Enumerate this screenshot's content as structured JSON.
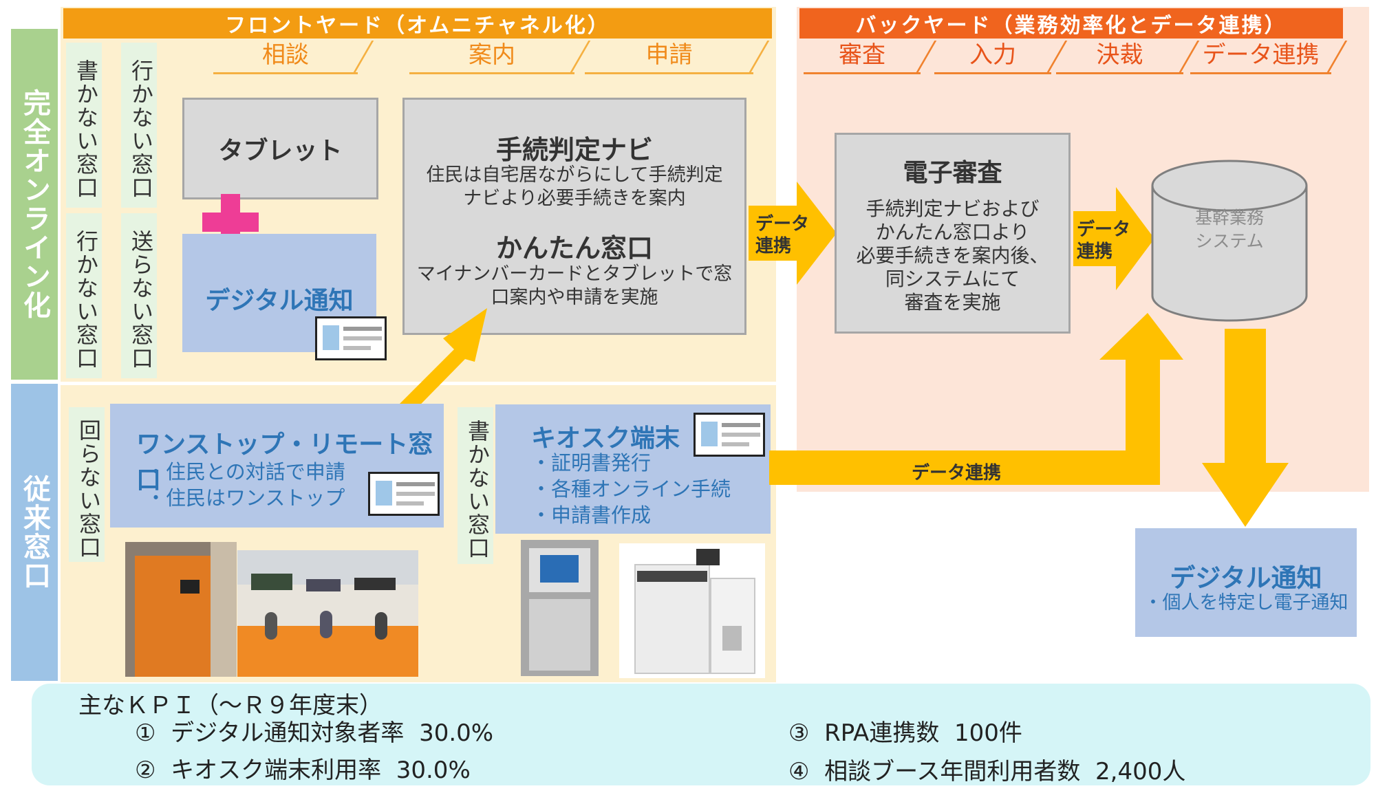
{
  "front_header": "フロントヤード（オムニチャネル化）",
  "back_header": "バックヤード（業務効率化とデータ連携）",
  "front_tabs": [
    "相談",
    "案内",
    "申請"
  ],
  "back_tabs": [
    "審査",
    "入力",
    "決裁",
    "データ連携"
  ],
  "left_labels": {
    "online": "完全オンライン化",
    "traditional": "従来窓口"
  },
  "channel_labels": {
    "no_writing_1": "書かない窓口",
    "no_visit_1": "行かない窓口",
    "no_visit_2": "行かない窓口",
    "no_sending": "送らない窓口",
    "no_walking": "回らない窓口",
    "no_writing_2": "書かない窓口"
  },
  "tablet": {
    "label": "タブレット"
  },
  "digital_notice_front": {
    "label": "デジタル通知"
  },
  "navi_box": {
    "title1": "手続判定ナビ",
    "desc1_line1": "住民は自宅居ながらにして手続判定",
    "desc1_line2": "ナビより必要手続きを案内",
    "title2": "かんたん窓口",
    "desc2_line1": "マイナンバーカードとタブレットで窓",
    "desc2_line2": "口案内や申請を実施"
  },
  "data_link_label_1": {
    "line1": "データ",
    "line2": "連携"
  },
  "data_link_label_2": {
    "line1": "データ",
    "line2": "連携"
  },
  "data_link_label_3": "データ連携",
  "e_review": {
    "title": "電子審査",
    "lines": [
      "手続判定ナビおよび",
      "かんたん窓口より",
      "必要手続きを案内後、",
      "同システムにて",
      "審査を実施"
    ]
  },
  "core_system": {
    "line1": "基幹業務",
    "line2": "システム"
  },
  "onestop": {
    "title": "ワンストップ・リモート窓口",
    "items": [
      "・住民との対話で申請",
      "・住民はワンストップ"
    ]
  },
  "kiosk": {
    "title": "キオスク端末",
    "items": [
      "・証明書発行",
      "・各種オンライン手続",
      "・申請書作成"
    ]
  },
  "digital_notice_back": {
    "title": "デジタル通知",
    "desc": "・個人を特定し電子通知"
  },
  "kpi": {
    "heading": "主なＫＰＩ（～Ｒ９年度末）",
    "items": [
      {
        "num": "①",
        "label": "デジタル通知対象者率",
        "value": "30.0%"
      },
      {
        "num": "②",
        "label": "キオスク端末利用率",
        "value": "30.0%"
      },
      {
        "num": "③",
        "label": "RPA連携数",
        "value": "100件"
      },
      {
        "num": "④",
        "label": "相談ブース年間利用者数",
        "value": "2,400人"
      }
    ]
  },
  "colors": {
    "front_header": "#f39c12",
    "back_header": "#f0641e",
    "online_green": "#a9d18e",
    "traditional_blue": "#9dc3e6",
    "arrow": "#ffc000",
    "plus": "#ee3d96",
    "kpi_bg": "#d5f5f7"
  }
}
